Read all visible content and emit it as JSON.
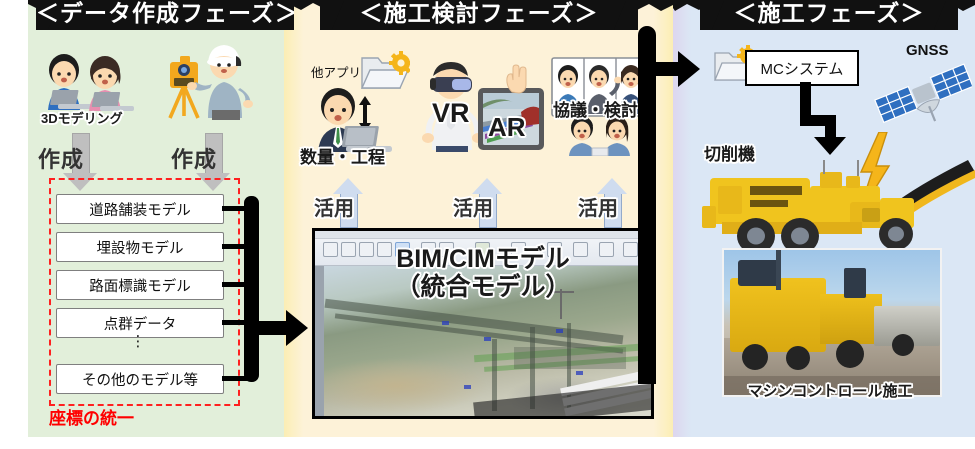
{
  "phases": {
    "left": {
      "title": "＜データ作成フェーズ＞",
      "bg": "#e2efda"
    },
    "mid": {
      "title": "＜施工検討フェーズ＞",
      "bg": "#fdf2d3"
    },
    "right": {
      "title": "＜施工フェーズ＞",
      "bg": "#dbe7f5"
    }
  },
  "left_panel": {
    "modeling_label": "3Dモデリング",
    "create_arrow_1": "作成",
    "create_arrow_2": "作成",
    "model_boxes": [
      "道路舗装モデル",
      "埋設物モデル",
      "路面標識モデル",
      "点群データ",
      "その他のモデル等"
    ],
    "ellipsis": "⋮",
    "coordinate_note": "座標の統一",
    "coordinate_color": "#ff0000",
    "dashed_border_color": "#ff2020",
    "icons": [
      "people-laptop-icon",
      "surveyor-total-station-icon"
    ]
  },
  "mid_panel": {
    "other_app_label": "他アプリ",
    "quantity_label": "数量・工程",
    "vr_label": "VR",
    "ar_label": "AR",
    "meeting_label": "協議・検討",
    "use_arrows": [
      "活用",
      "活用",
      "活用"
    ],
    "use_arrow_color": "#cfdcef",
    "cad_label_line1": "BIM/CIMモデル",
    "cad_label_line2": "（統合モデル）",
    "icons": [
      "folder-gear-icon",
      "bidirectional-arrow-icon",
      "person-laptop-icon",
      "vr-headset-person-icon",
      "ar-tablet-icon",
      "video-conference-icon",
      "cad-software-screenshot"
    ]
  },
  "right_panel": {
    "mc_system_label": "MCシステム",
    "gnss_label": "GNSS",
    "milling_machine_label": "切削機",
    "photo_caption": "マシンコントロール施工",
    "icons": [
      "folder-gear-icon",
      "gnss-satellite-icon",
      "lightning-bolt-icon",
      "road-milling-machine-icon",
      "construction-site-photo"
    ]
  }
}
